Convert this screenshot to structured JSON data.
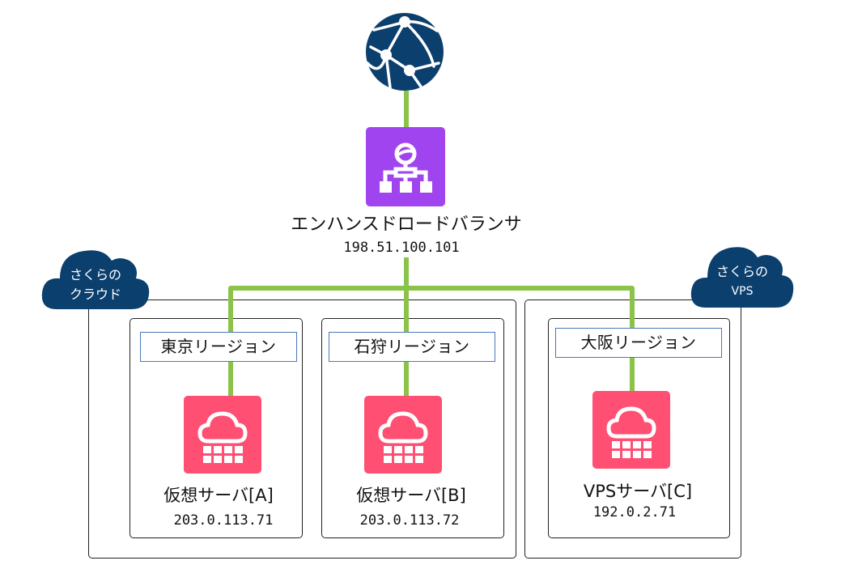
{
  "internet": {
    "icon": "globe-network-icon",
    "color": "#0b3f6e"
  },
  "load_balancer": {
    "name": "エンハンスドロードバランサ",
    "ip": "198.51.100.101",
    "icon": "load-balancer-icon",
    "color": "#a044f0"
  },
  "connector_color": "#8bc34a",
  "clouds": [
    {
      "line1": "さくらの",
      "line2": "クラウド",
      "color": "#0b3f6e"
    },
    {
      "line1": "さくらの",
      "line2": "VPS",
      "color": "#0b3f6e"
    }
  ],
  "regions": [
    {
      "label": "東京リージョン",
      "server": {
        "name": "仮想サーバ[A]",
        "ip": "203.0.113.71"
      }
    },
    {
      "label": "石狩リージョン",
      "server": {
        "name": "仮想サーバ[B]",
        "ip": "203.0.113.72"
      }
    },
    {
      "label": "大阪リージョン",
      "server": {
        "name": "VPSサーバ[C]",
        "ip": "192.0.2.71"
      }
    }
  ],
  "server_icon": {
    "icon": "cloud-server-icon",
    "color": "#ff4f73"
  }
}
